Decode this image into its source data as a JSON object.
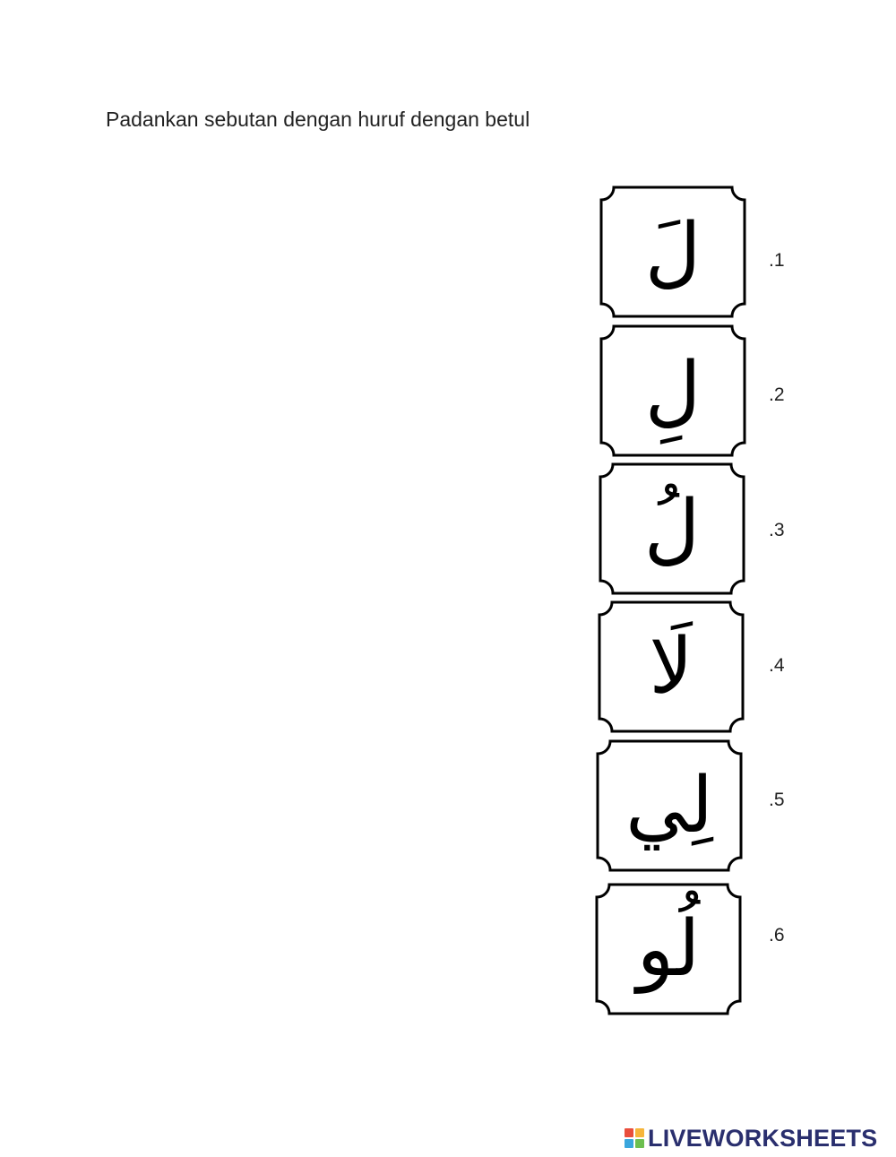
{
  "worksheet": {
    "instruction": "Padankan sebutan dengan huruf dengan betul",
    "items": [
      {
        "number": ".1",
        "letter": "لَ"
      },
      {
        "number": ".2",
        "letter": "لِ"
      },
      {
        "number": ".3",
        "letter": "لُ"
      },
      {
        "number": ".4",
        "letter": "لَا"
      },
      {
        "number": ".5",
        "letter": "لِي"
      },
      {
        "number": ".6",
        "letter": "لُو"
      }
    ]
  },
  "footer": {
    "brand": "LIVEWORKSHEETS",
    "brand_color": "#2a2f6e",
    "logo_colors": [
      "#e94e3c",
      "#f6b53a",
      "#3aa6dd",
      "#6cbf4f"
    ]
  }
}
